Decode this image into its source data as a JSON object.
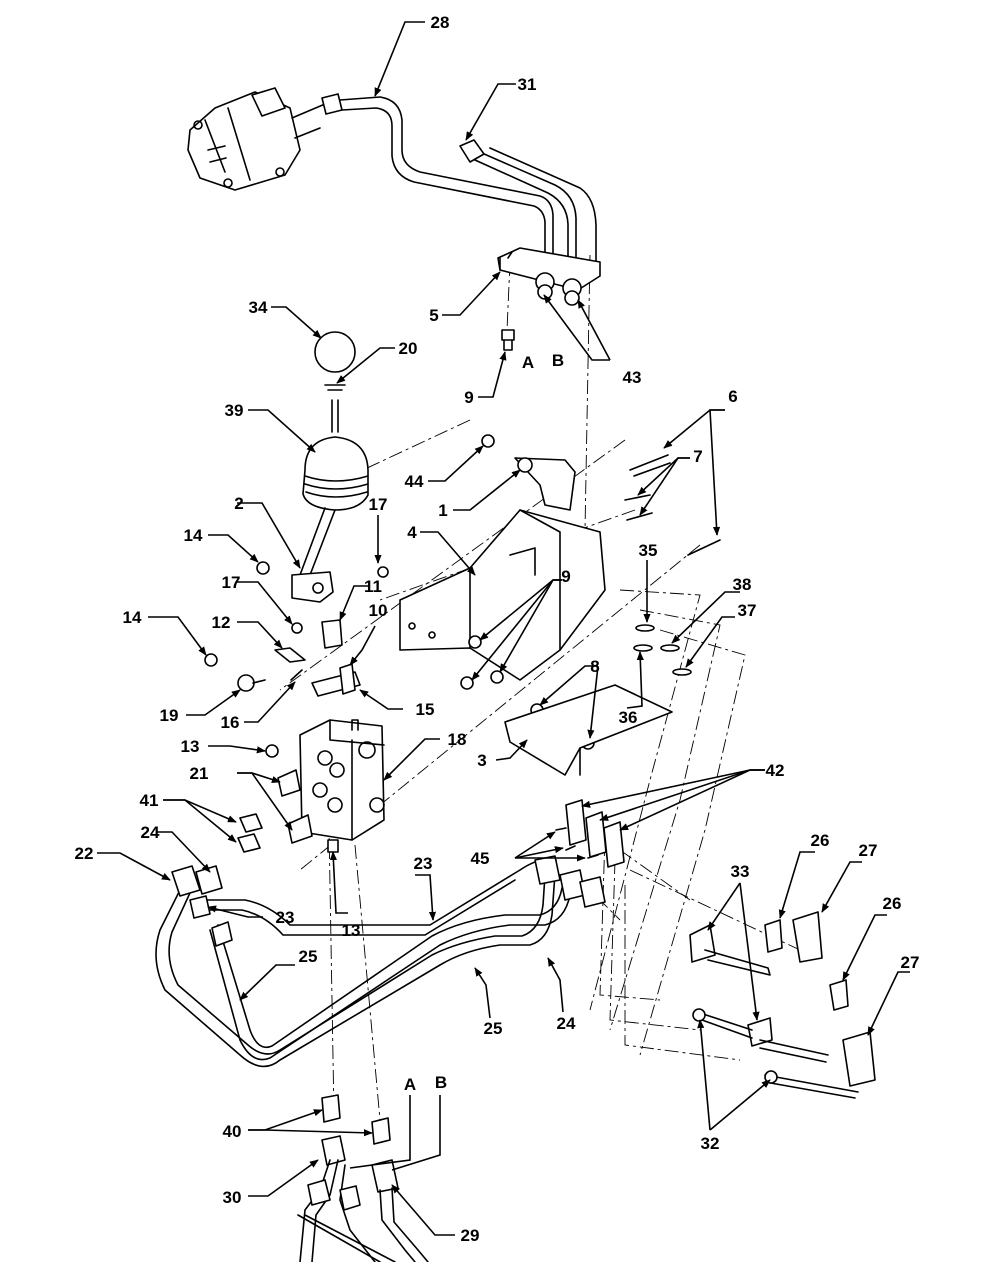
{
  "diagram": {
    "callouts": {
      "c28": "28",
      "c31": "31",
      "c5": "5",
      "c9a": "9",
      "cA1": "A",
      "cB1": "B",
      "c43": "43",
      "c34": "34",
      "c20": "20",
      "c39": "39",
      "c44": "44",
      "c1": "1",
      "c6": "6",
      "c7": "7",
      "c4": "4",
      "c2": "2",
      "c14a": "14",
      "c17a": "17",
      "c17b": "17",
      "c11": "11",
      "c9b": "9",
      "c35": "35",
      "c38": "38",
      "c37": "37",
      "c36": "36",
      "c14b": "14",
      "c12": "12",
      "c10": "10",
      "c19": "19",
      "c16": "16",
      "c15": "15",
      "c8": "8",
      "c13a": "13",
      "c18": "18",
      "c3": "3",
      "c21": "21",
      "c42": "42",
      "c41": "41",
      "c45": "45",
      "c22": "22",
      "c24a": "24",
      "c23a": "23",
      "c23b": "23",
      "c13b": "13",
      "c26a": "26",
      "c27a": "27",
      "c33": "33",
      "c26b": "26",
      "c27b": "27",
      "c25a": "25",
      "c25b": "25",
      "c24b": "24",
      "c32": "32",
      "c40": "40",
      "cA2": "A",
      "cB2": "B",
      "c30": "30",
      "c29": "29"
    }
  }
}
